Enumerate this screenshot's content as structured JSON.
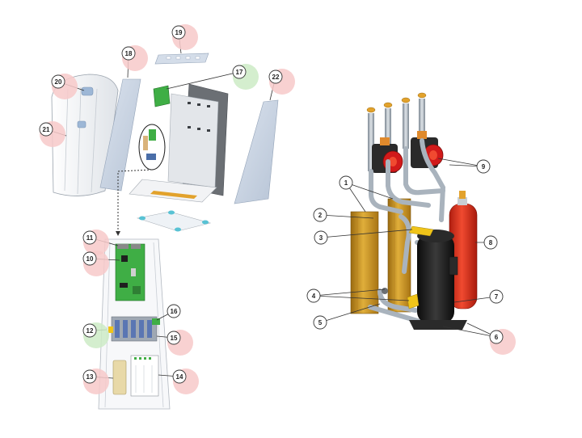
{
  "left_labels": [
    {
      "id": "11",
      "name": "callout-11",
      "highlight": "red"
    },
    {
      "id": "10",
      "name": "callout-10",
      "highlight": "red"
    },
    {
      "id": "12",
      "name": "callout-12",
      "highlight": "green"
    },
    {
      "id": "13",
      "name": "callout-13",
      "highlight": "red"
    },
    {
      "id": "14",
      "name": "callout-14",
      "highlight": "red"
    },
    {
      "id": "15",
      "name": "callout-15",
      "highlight": "red"
    },
    {
      "id": "16",
      "name": "callout-16",
      "highlight": "none"
    },
    {
      "id": "17",
      "name": "callout-17",
      "highlight": "green"
    },
    {
      "id": "18",
      "name": "callout-18",
      "highlight": "red"
    },
    {
      "id": "19",
      "name": "callout-19",
      "highlight": "red"
    },
    {
      "id": "20",
      "name": "callout-20",
      "highlight": "red"
    },
    {
      "id": "21",
      "name": "callout-21",
      "highlight": "red"
    },
    {
      "id": "22",
      "name": "callout-22",
      "highlight": "red"
    }
  ],
  "right_labels": [
    {
      "id": "1",
      "name": "callout-1",
      "highlight": "none"
    },
    {
      "id": "2",
      "name": "callout-2",
      "highlight": "none"
    },
    {
      "id": "3",
      "name": "callout-3",
      "highlight": "none"
    },
    {
      "id": "4",
      "name": "callout-4",
      "highlight": "none"
    },
    {
      "id": "5",
      "name": "callout-5",
      "highlight": "none"
    },
    {
      "id": "6",
      "name": "callout-6",
      "highlight": "red"
    },
    {
      "id": "7",
      "name": "callout-7",
      "highlight": "none"
    },
    {
      "id": "8",
      "name": "callout-8",
      "highlight": "none"
    },
    {
      "id": "9",
      "name": "callout-9",
      "highlight": "none"
    }
  ],
  "colors": {
    "highlight_red": "#f7c9c9",
    "highlight_green": "#cdebc6",
    "panel_blue": "#c9d4e4",
    "copper": "#c8901c",
    "red_tank": "#e0321e",
    "compressor": "#1c1c1c",
    "pipe": "#a9b3bd",
    "pcb_green": "#3fae45",
    "pump_red": "#d11a1a"
  }
}
